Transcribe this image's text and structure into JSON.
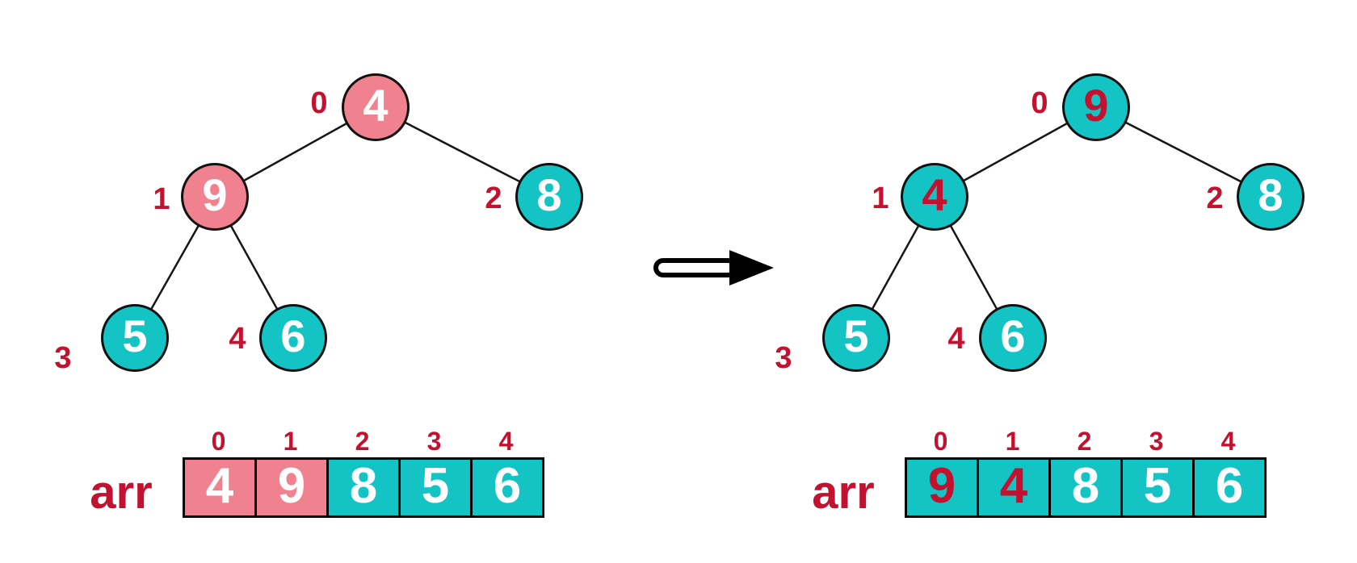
{
  "colors": {
    "pink": "#F0818F",
    "teal": "#14C4C4",
    "accent_red": "#C2122F",
    "outline_black": "#111111",
    "background": "#FFFFFF"
  },
  "icons": {
    "transform_arrow": "right-arrow"
  },
  "panels": {
    "left": {
      "tree": {
        "nodes": [
          {
            "value": "4",
            "index": "0",
            "fill": "pink",
            "tone": "white"
          },
          {
            "value": "9",
            "index": "1",
            "fill": "pink",
            "tone": "white"
          },
          {
            "value": "8",
            "index": "2",
            "fill": "teal",
            "tone": "white"
          },
          {
            "value": "5",
            "index": "3",
            "fill": "teal",
            "tone": "white"
          },
          {
            "value": "6",
            "index": "4",
            "fill": "teal",
            "tone": "white"
          }
        ]
      },
      "array": {
        "label": "arr",
        "cells": [
          {
            "index": "0",
            "value": "4",
            "fill": "pink",
            "tone": "white"
          },
          {
            "index": "1",
            "value": "9",
            "fill": "pink",
            "tone": "white"
          },
          {
            "index": "2",
            "value": "8",
            "fill": "teal",
            "tone": "white"
          },
          {
            "index": "3",
            "value": "5",
            "fill": "teal",
            "tone": "white"
          },
          {
            "index": "4",
            "value": "6",
            "fill": "teal",
            "tone": "white"
          }
        ]
      }
    },
    "right": {
      "tree": {
        "nodes": [
          {
            "value": "9",
            "index": "0",
            "fill": "teal",
            "tone": "red"
          },
          {
            "value": "4",
            "index": "1",
            "fill": "teal",
            "tone": "red"
          },
          {
            "value": "8",
            "index": "2",
            "fill": "teal",
            "tone": "white"
          },
          {
            "value": "5",
            "index": "3",
            "fill": "teal",
            "tone": "white"
          },
          {
            "value": "6",
            "index": "4",
            "fill": "teal",
            "tone": "white"
          }
        ]
      },
      "array": {
        "label": "arr",
        "cells": [
          {
            "index": "0",
            "value": "9",
            "fill": "teal",
            "tone": "red"
          },
          {
            "index": "1",
            "value": "4",
            "fill": "teal",
            "tone": "red"
          },
          {
            "index": "2",
            "value": "8",
            "fill": "teal",
            "tone": "white"
          },
          {
            "index": "3",
            "value": "5",
            "fill": "teal",
            "tone": "white"
          },
          {
            "index": "4",
            "value": "6",
            "fill": "teal",
            "tone": "white"
          }
        ]
      }
    }
  }
}
